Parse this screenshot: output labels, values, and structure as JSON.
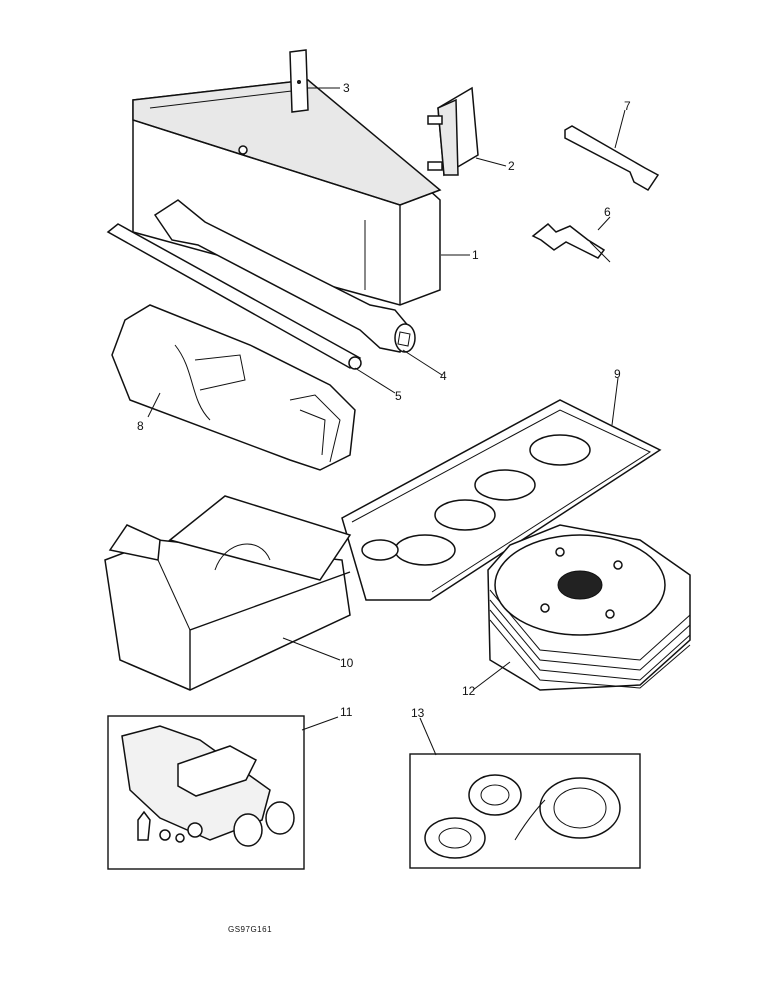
{
  "drawing_code": "GS97G161",
  "callouts": [
    {
      "id": "1",
      "text": "1"
    },
    {
      "id": "2",
      "text": "2"
    },
    {
      "id": "3",
      "text": "3"
    },
    {
      "id": "4",
      "text": "4"
    },
    {
      "id": "5",
      "text": "5"
    },
    {
      "id": "6",
      "text": "6"
    },
    {
      "id": "7",
      "text": "7"
    },
    {
      "id": "8",
      "text": "8"
    },
    {
      "id": "9",
      "text": "9"
    },
    {
      "id": "10",
      "text": "10"
    },
    {
      "id": "11",
      "text": "11"
    },
    {
      "id": "12",
      "text": "12"
    },
    {
      "id": "13",
      "text": "13"
    }
  ]
}
